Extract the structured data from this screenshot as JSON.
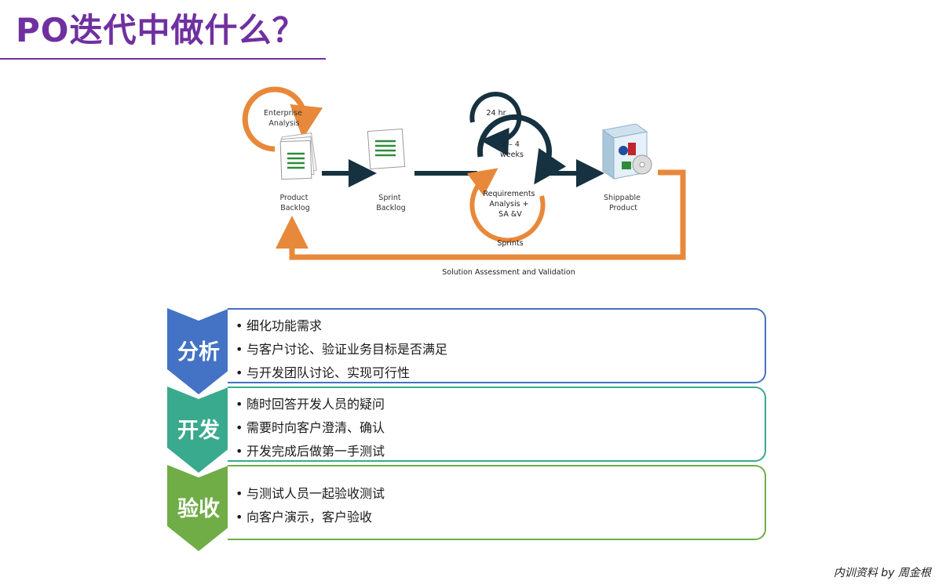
{
  "title": "PO迭代中做什么？",
  "footer": "内训资料  by 周金根",
  "diagram": {
    "enterprise_analysis": [
      "Enterprise",
      "Analysis"
    ],
    "product_backlog": [
      "Product",
      "Backlog"
    ],
    "sprint_backlog": [
      "Sprint",
      "Backlog"
    ],
    "cycle_24hr": "24 hr",
    "cycle_weeks": [
      "2 – 4",
      "weeks"
    ],
    "requirements": [
      "Requirements",
      "Analysis +",
      "SA &V"
    ],
    "sprints": "Sprints",
    "shippable_product": [
      "Shippable",
      "Product"
    ],
    "solution_assessment": "Solution Assessment and Validation"
  },
  "colors": {
    "title": "#7030a0",
    "orange": "#e8883a",
    "navy": "#16313f",
    "analysis": "#4472c4",
    "develop": "#3aaa8e",
    "accept": "#70ad47"
  },
  "stages": [
    {
      "label": "分析",
      "items": [
        "细化功能需求",
        "与客户讨论、验证业务目标是否满足",
        "与开发团队讨论、实现可行性"
      ]
    },
    {
      "label": "开发",
      "items": [
        "随时回答开发人员的疑问",
        "需要时向客户澄清、确认",
        "开发完成后做第一手测试"
      ]
    },
    {
      "label": "验收",
      "items": [
        "与测试人员一起验收测试",
        "向客户演示，客户验收"
      ]
    }
  ]
}
